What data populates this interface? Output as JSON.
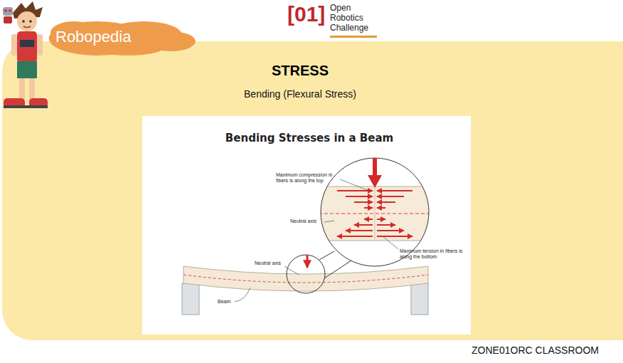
{
  "diagram": {
    "title": "STRESS",
    "nodes": [
      {
        "text": [
          "Robopedia"
        ]
      }
    ],
    "labels": [
      "[01]",
      "Open Robotics Challenge",
      "Bending (Flexural Stress)",
      "Bending Stresses in a Beam",
      "Maximum compression in fibers is along the top",
      "Neutral axis",
      "Maximum tension in fibers is along the bottom",
      "Neutral axis",
      "Beam",
      "ZONE01ORC CLASSROOM"
    ]
  }
}
